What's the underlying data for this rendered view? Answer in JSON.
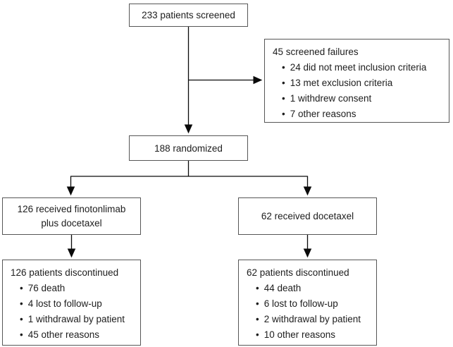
{
  "bullet_glyph": "•",
  "colors": {
    "background": "#ffffff",
    "box_border": "#565656",
    "text": "#1d1d1d",
    "arrow": "#0a0a0a"
  },
  "boxes": {
    "screened": {
      "label": "233 patients screened"
    },
    "screen_failures": {
      "title": "45 screened failures",
      "items": [
        "24 did not meet inclusion criteria",
        "13 met exclusion criteria",
        "1 withdrew consent",
        "7 other reasons"
      ]
    },
    "randomized": {
      "label": "188 randomized"
    },
    "arm_finotonlimab": {
      "label": "126 received finotonlimab plus docetaxel"
    },
    "arm_docetaxel": {
      "label": "62 received docetaxel"
    },
    "discontinued_finotonlimab": {
      "title": "126 patients discontinued",
      "items": [
        "76 death",
        "4 lost to follow-up",
        "1 withdrawal by patient",
        "45 other reasons"
      ]
    },
    "discontinued_docetaxel": {
      "title": "62 patients discontinued",
      "items": [
        "44 death",
        "6 lost to follow-up",
        "2 withdrawal by patient",
        "10 other reasons"
      ]
    }
  }
}
